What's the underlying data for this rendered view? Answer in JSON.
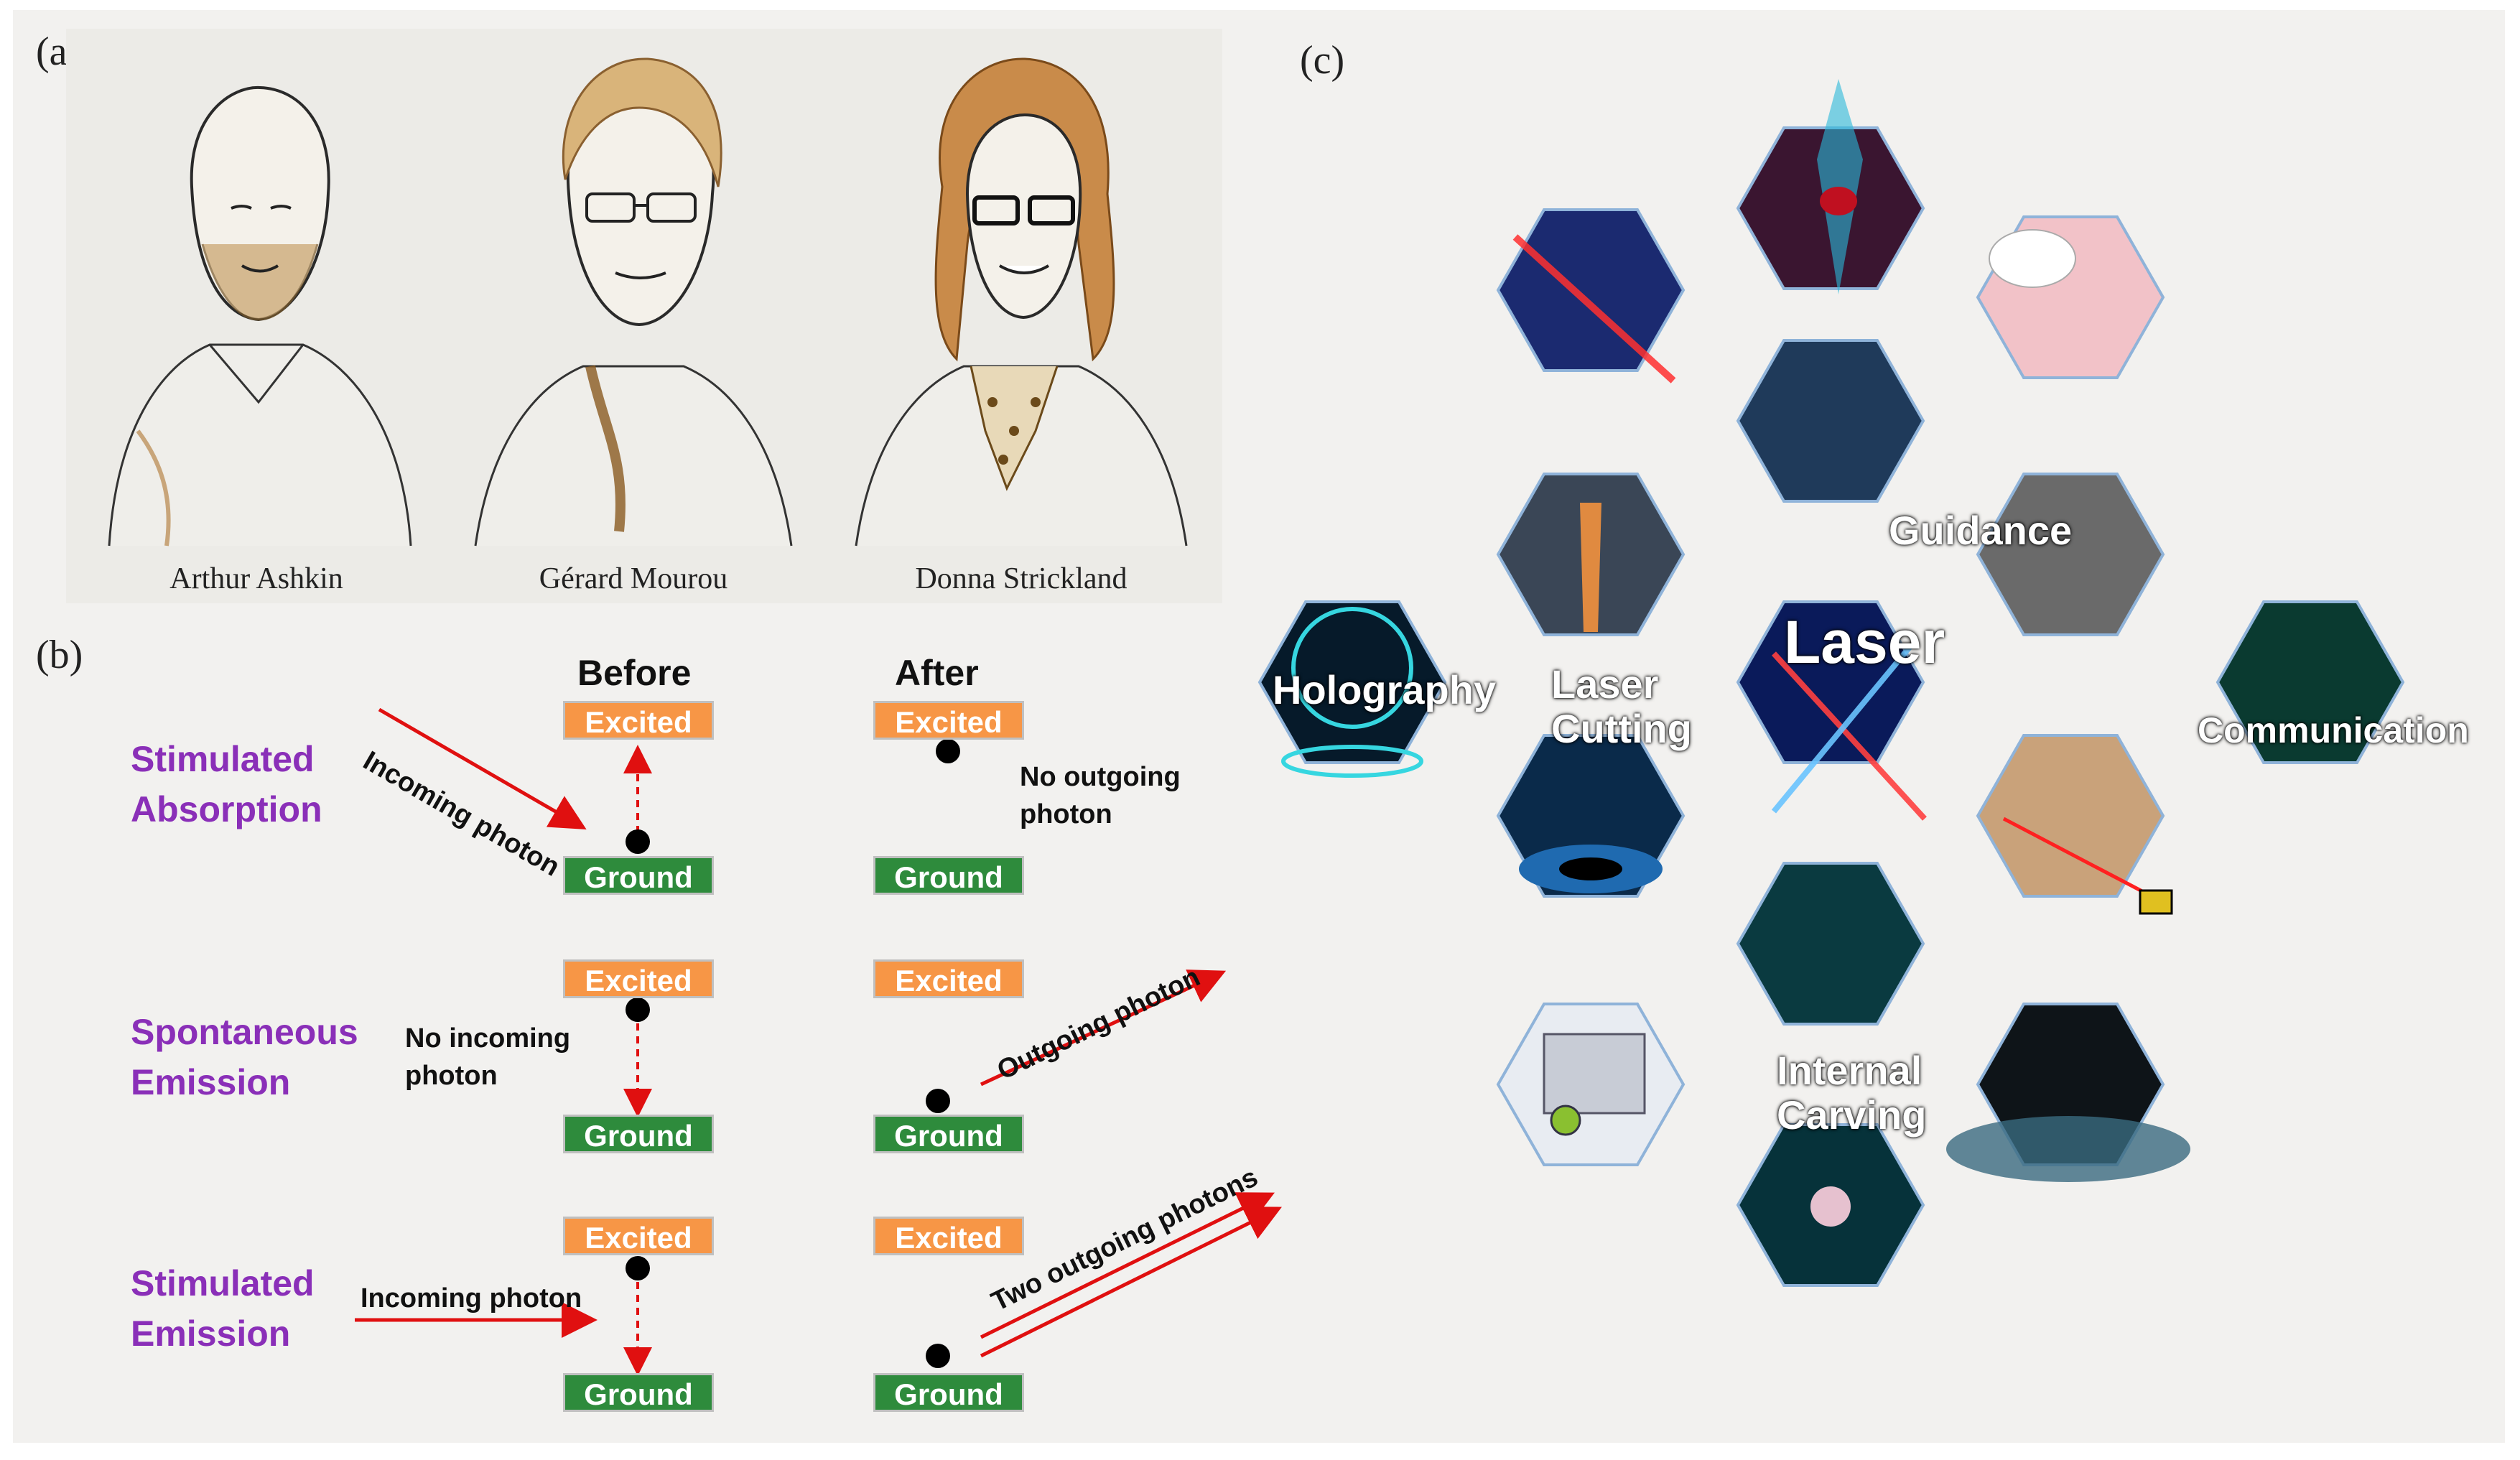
{
  "panels": {
    "a": "(a)",
    "b": "(b)",
    "c": "(c)"
  },
  "laureates": [
    {
      "name": "Arthur Ashkin"
    },
    {
      "name": "Gérard Mourou"
    },
    {
      "name": "Donna Strickland"
    }
  ],
  "diagram": {
    "before_heading": "Before",
    "after_heading": "After",
    "excited_label": "Excited",
    "ground_label": "Ground",
    "rows": [
      {
        "process": [
          "Stimulated",
          "Absorption"
        ],
        "before_note": "Incoming photon",
        "after_note": [
          "No outgoing",
          "photon"
        ]
      },
      {
        "process": [
          "Spontaneous",
          "Emission"
        ],
        "before_note": [
          "No incoming",
          "photon"
        ],
        "after_note": "Outgoing photon"
      },
      {
        "process": [
          "Stimulated",
          "Emission"
        ],
        "before_note": "Incoming photon",
        "after_note": "Two outgoing photons"
      }
    ],
    "colors": {
      "excited": "#f79646",
      "ground": "#2e8b3c",
      "process": "#8a2fb8",
      "arrow": "#e01010"
    }
  },
  "applications": {
    "center": "Laser",
    "labels": {
      "holography": "Holography",
      "laser_cutting": [
        "Laser",
        "Cutting"
      ],
      "guidance": "Guidance",
      "communication": "Communication",
      "internal_carving": [
        "Internal",
        "Carving"
      ]
    },
    "border_color": "#8fb3d9"
  }
}
